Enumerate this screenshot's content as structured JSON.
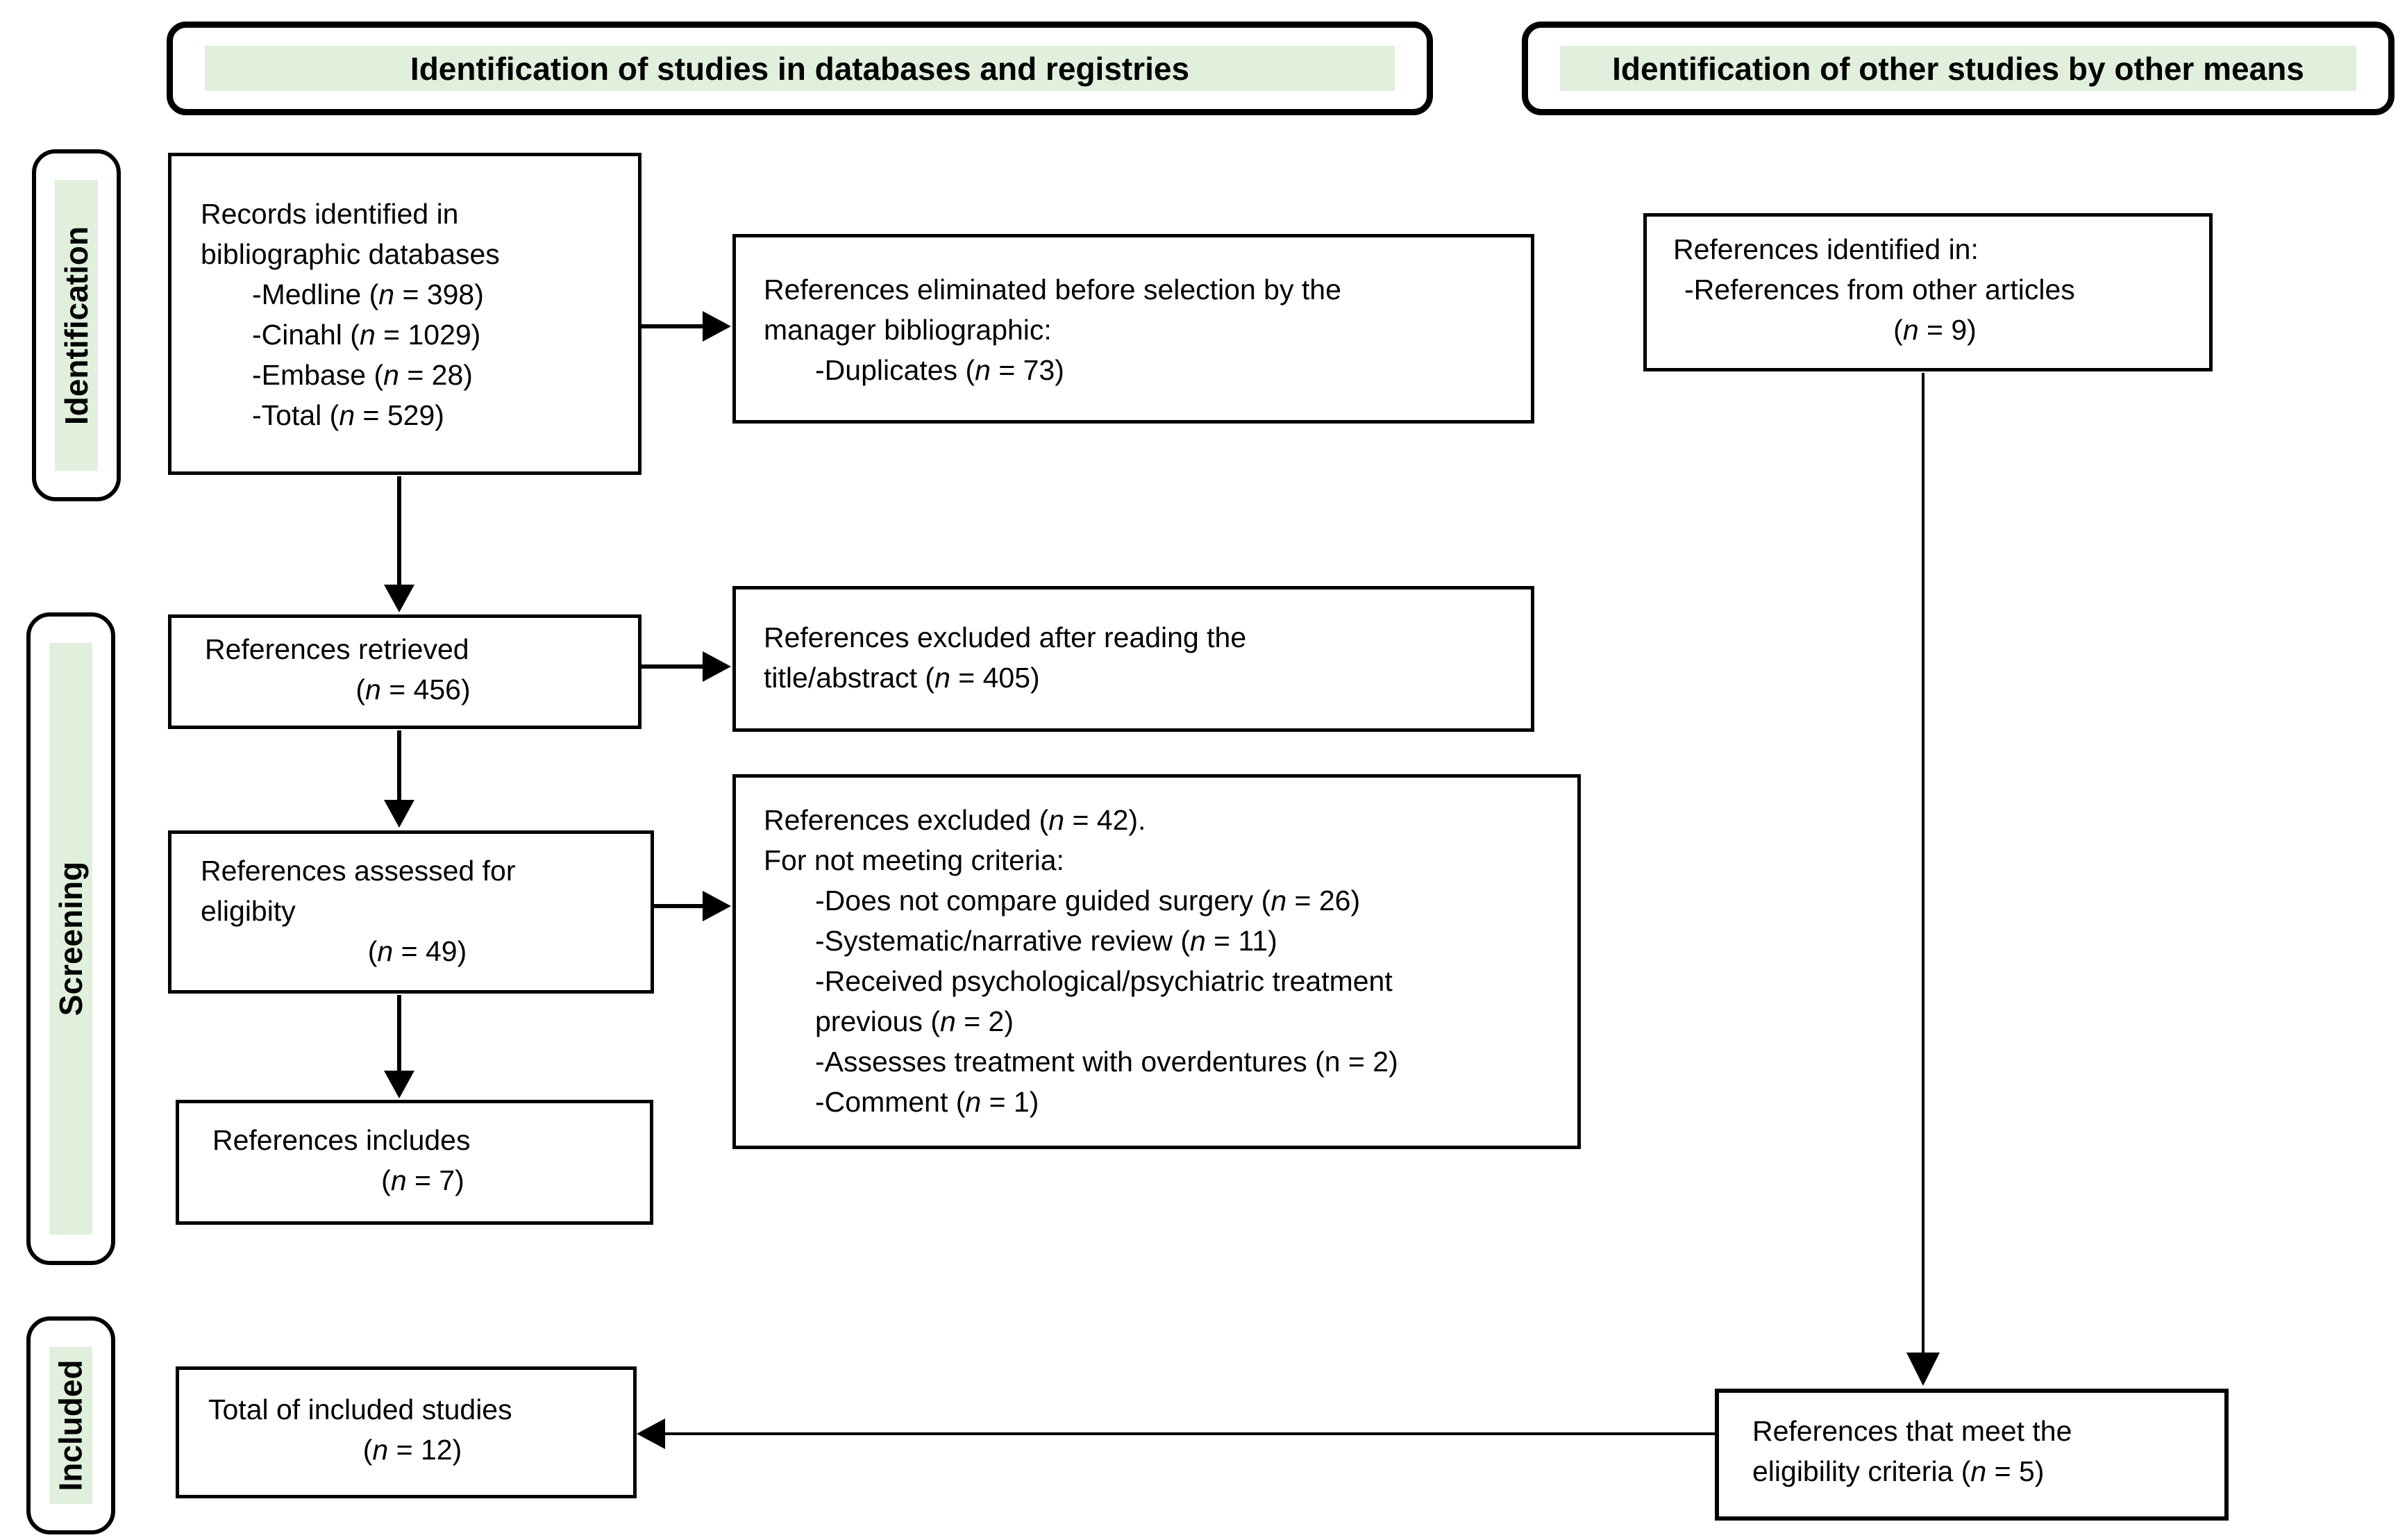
{
  "palette": {
    "highlight_green": "#e1efdd",
    "line_black": "#000000",
    "background": "#ffffff"
  },
  "headers": {
    "databases": "Identification of studies in databases and registries",
    "other_means": "Identification of other studies by other means"
  },
  "stage_labels": {
    "identification": "Identification",
    "screening": "Screening",
    "included": "Included"
  },
  "boxes": {
    "records_identified": {
      "lines": [
        "Records identified in",
        "bibliographic databases",
        "-Medline (*n* = 398)",
        "-Cinahl (*n* = 1029)",
        "-Embase (*n* = 28)",
        "-Total (*n* = 529)"
      ]
    },
    "eliminated_before_selection": {
      "lines": [
        "References eliminated before selection by the",
        "manager bibliographic:",
        "-Duplicates (*n* = 73)"
      ]
    },
    "references_retrieved": {
      "lines": [
        "References retrieved",
        "(*n* = 456)"
      ]
    },
    "excluded_title_abstract": {
      "lines": [
        "References excluded after reading the",
        "title/abstract (*n* = 405)"
      ]
    },
    "assessed_eligibility": {
      "lines": [
        "References assessed for",
        "eligibity",
        "(*n* = 49)"
      ]
    },
    "excluded_criteria": {
      "lines": [
        "References excluded (*n* = 42).",
        "For not meeting criteria:",
        "-Does not compare guided surgery (*n* = 26)",
        "-Systematic/narrative review (*n* = 11)",
        "-Received psychological/psychiatric treatment",
        "previous (*n* = 2)",
        "-Assesses treatment with overdentures (n = 2)",
        "-Comment (*n* = 1)"
      ]
    },
    "references_includes": {
      "lines": [
        "References includes",
        "(*n* = 7)"
      ]
    },
    "total_included": {
      "lines": [
        "Total of included studies",
        "(*n* = 12)"
      ]
    },
    "other_references_identified": {
      "lines": [
        "References identified in:",
        "-References from other articles",
        "(*n* = 9)"
      ]
    },
    "meet_eligibility": {
      "lines": [
        "References that meet the",
        "eligibility criteria (*n* = 5)"
      ]
    }
  }
}
